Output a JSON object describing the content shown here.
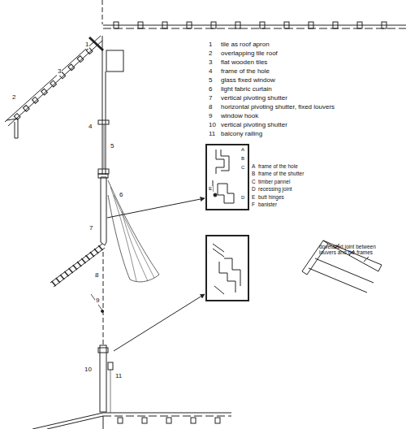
{
  "diagram": {
    "labels": [
      "1",
      "tile as roof apron",
      "2",
      "overlapping tile roof",
      "3",
      "flat wooden tiles",
      "4",
      "frame of the hole",
      "5",
      "glass fixed window",
      "6",
      "light fabric curtain",
      "7",
      "vertical pivoting shutter",
      "8",
      "horizontal pivoting shutter, fixed louvers",
      "9",
      "window hook",
      "10",
      "vertical pivoting shutter",
      "11",
      "balcony railing",
      "A",
      "frame of the hole",
      "B",
      "frame of the shutter",
      "C",
      "timber pannel",
      "D",
      "recessing joint",
      "E",
      "butt hinges",
      "F",
      "banister",
      "dovetailed joint between louvers and the frames",
      "1",
      "3",
      "2",
      "4",
      "5",
      "6",
      "7",
      "8",
      "9",
      "10",
      "11",
      "A",
      "B",
      "C",
      "E",
      "D"
    ]
  }
}
